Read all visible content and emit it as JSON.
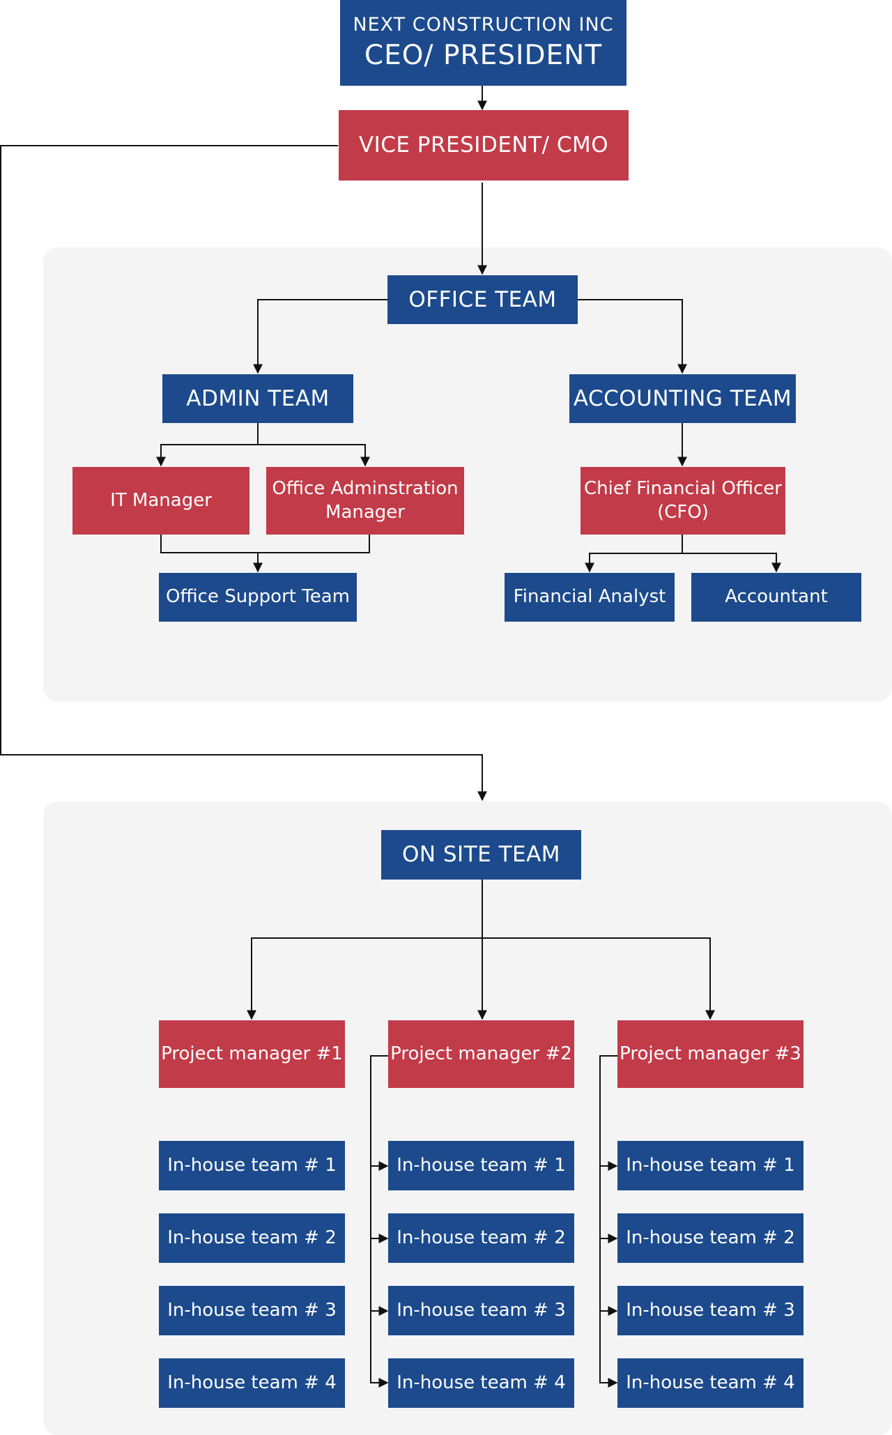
{
  "ceo": {
    "company": "NEXT CONSTRUCTION INC",
    "title": "CEO/ PRESIDENT"
  },
  "vp": {
    "title": "VICE PRESIDENT/ CMO"
  },
  "office": {
    "title": "OFFICE TEAM",
    "admin": {
      "title": "ADMIN TEAM",
      "it_manager": "IT Manager",
      "office_admin_line1": "Office Adminstration",
      "office_admin_line2": "Manager",
      "support": "Office Support Team"
    },
    "accounting": {
      "title": "ACCOUNTING TEAM",
      "cfo_line1": "Chief Financial Officer",
      "cfo_line2": "(CFO)",
      "analyst": "Financial Analyst",
      "accountant": "Accountant"
    }
  },
  "onsite": {
    "title": "ON SITE TEAM",
    "managers": [
      "Project manager #1",
      "Project manager #2",
      "Project manager #3"
    ],
    "teams": [
      "In-house team # 1",
      "In-house team # 2",
      "In-house team # 3",
      "In-house team # 4"
    ]
  },
  "colors": {
    "blue": "#1c4a8c",
    "red": "#c23b48",
    "panel": "#f4f4f4",
    "line": "#111111"
  }
}
